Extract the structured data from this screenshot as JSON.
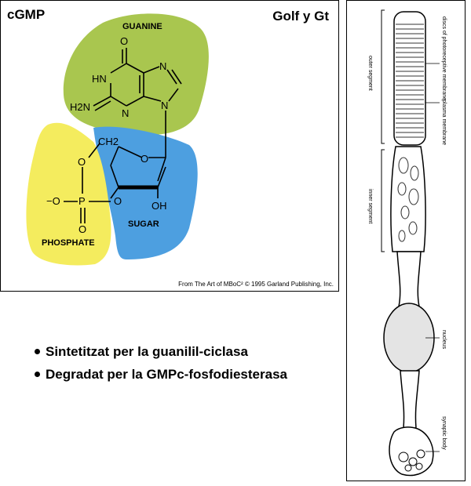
{
  "titles": {
    "left": "cGMP",
    "right": "Golf y Gt"
  },
  "molecule": {
    "regions": {
      "guanine": "GUANINE",
      "sugar": "SUGAR",
      "phosphate": "PHOSPHATE"
    },
    "atoms": {
      "o_top": "O",
      "hn": "HN",
      "n_right_top": "N",
      "h2n": "H2N",
      "n_bottom_left": "N",
      "n_bottom_right": "N",
      "ch2": "CH2",
      "o_ring": "O",
      "o_ester": "O",
      "o_minus": "−O",
      "p": "P",
      "o_bridge": "O",
      "o_dbl": "O",
      "oh": "OH"
    },
    "colors": {
      "guanine": "#a9c64f",
      "sugar": "#4d9fe0",
      "phosphate": "#f4ec5e"
    },
    "credit": "From The Art of MBoC² © 1995 Garland Publishing, Inc."
  },
  "bullets": [
    "Sintetitzat per la guanilil-ciclasa",
    "Degradat per la GMPc-fosfodiesterasa"
  ],
  "cell": {
    "labels": {
      "discs": "discs of photoreceptive membrane",
      "outer_segment": "outer segment",
      "plasma_membrane": "plasma membrane",
      "inner_segment": "inner segment",
      "nucleus": "nucleus",
      "synaptic_body": "synaptic body"
    }
  }
}
